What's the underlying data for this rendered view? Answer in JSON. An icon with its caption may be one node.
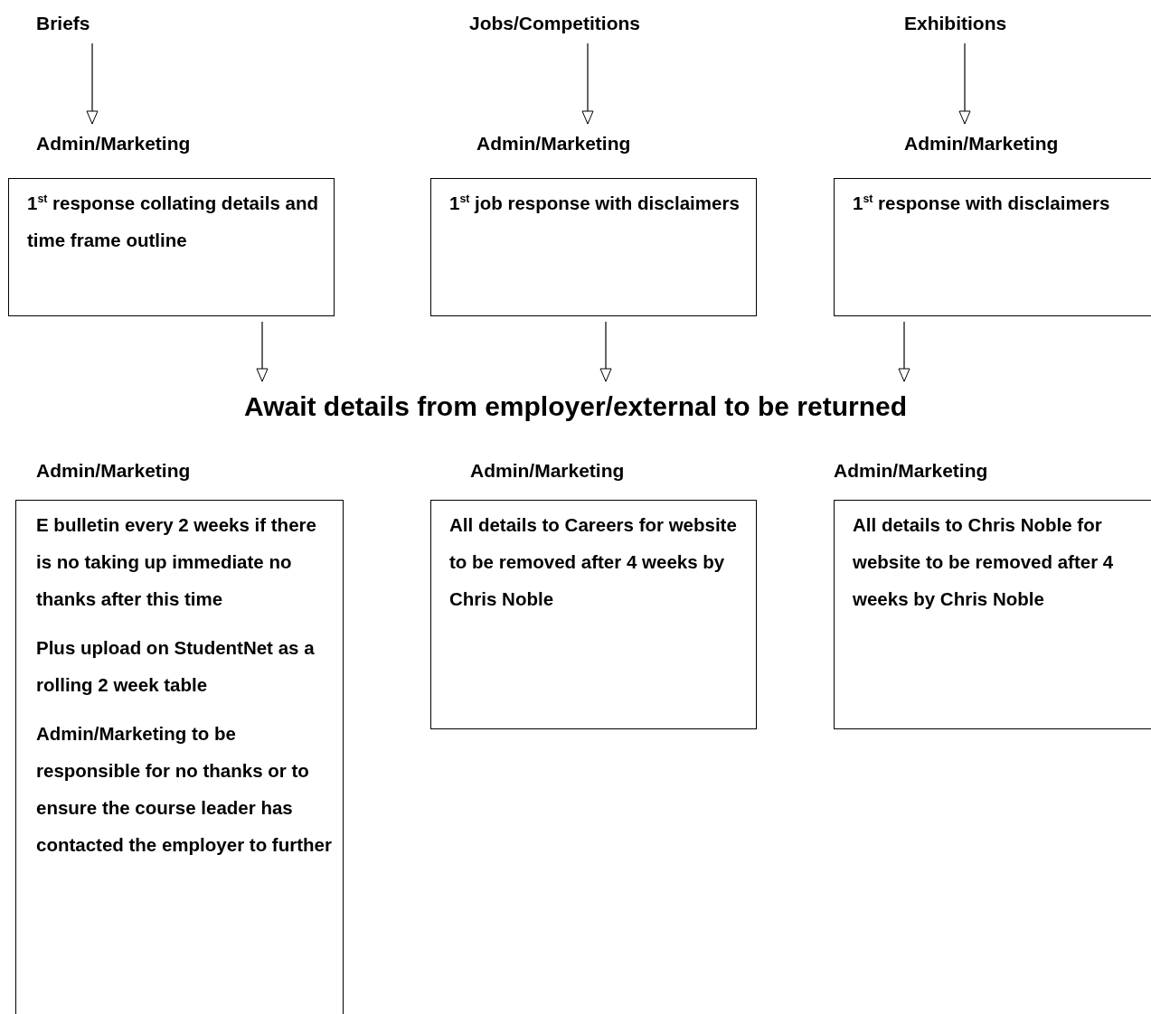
{
  "diagram": {
    "nodes": [
      {
        "text": [
          "Briefs"
        ]
      },
      {
        "text": [
          "Jobs/Competitions"
        ]
      },
      {
        "text": [
          "Exhibitions"
        ]
      },
      {
        "text": [
          "Admin/Marketing",
          "1$^{st}$ response collating details and time frame outline"
        ]
      },
      {
        "text": [
          "Admin/Marketing",
          "1$^{st}$ job response with disclaimers"
        ]
      },
      {
        "text": [
          "Admin/Marketing",
          "1$^{st}$ response with disclaimers"
        ]
      },
      {
        "text": [
          "Await details from employer/external to be returned"
        ]
      },
      {
        "text": [
          "Admin/Marketing",
          "E bulletin every 2 weeks if there is no taking up immediate no thanks after this time",
          "Plus upload on StudentNet as a rolling 2 week table",
          "Admin/Marketing to be responsible for no thanks or to ensure the course leader has contacted the employer to further"
        ]
      },
      {
        "text": [
          "Admin/Marketing",
          "All details to Careers for website to be removed after 4 weeks by Chris Noble"
        ]
      },
      {
        "text": [
          "Admin/Marketing",
          "All details to Chris Noble for website to be removed after 4 weeks by Chris Noble"
        ]
      }
    ],
    "edges": [
      {
        "from": 0,
        "to": 3,
        "arrow": "to"
      },
      {
        "from": 1,
        "to": 4,
        "arrow": "to"
      },
      {
        "from": 2,
        "to": 5,
        "arrow": "to"
      },
      {
        "from": 3,
        "to": 6,
        "arrow": "to"
      },
      {
        "from": 4,
        "to": 6,
        "arrow": "to"
      },
      {
        "from": 5,
        "to": 6,
        "arrow": "to"
      }
    ]
  }
}
